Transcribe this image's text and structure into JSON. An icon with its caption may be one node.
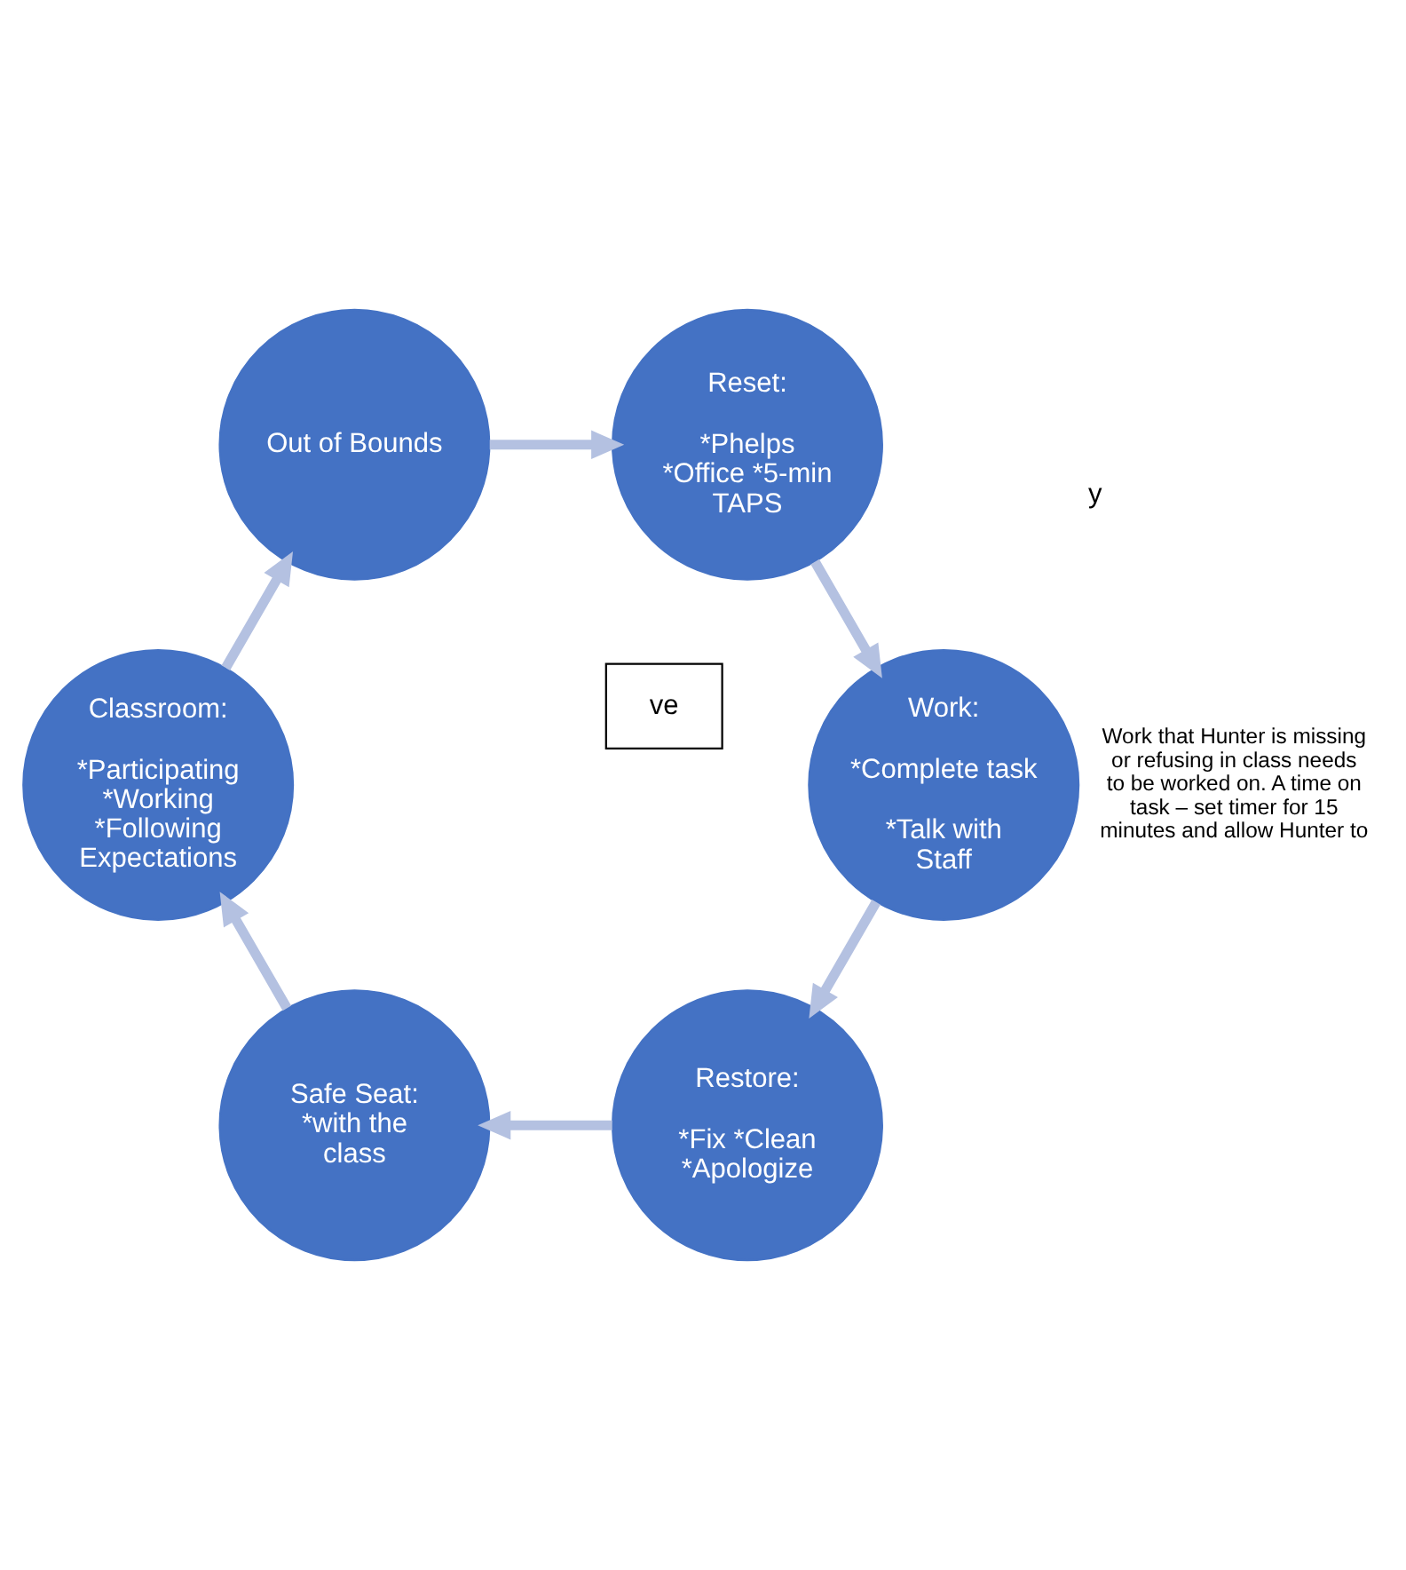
{
  "diagram": {
    "nodes": [
      {
        "text": [
          "Classroom:",
          "*Participating *Working *Following Expectations"
        ]
      },
      {
        "text": [
          "Out of Bounds"
        ]
      },
      {
        "text": [
          "Reset:",
          "*Phelps *Office *5-min TAPS"
        ]
      },
      {
        "text": [
          "Work:",
          "*Complete task",
          "*Talk with Staff"
        ],
        "beside": [
          "Work that Hunter is missing or refusing in class needs to be worked on. A time on task – set timer for 15 minutes and allow Hunter to"
        ]
      },
      {
        "text": [
          "Restore:",
          "*Fix *Clean *Apologize"
        ]
      },
      {
        "text": [
          "Safe Seat: *with the class"
        ]
      },
      {
        "text": [
          "ve"
        ]
      }
    ],
    "edges": [
      {
        "from": 0,
        "to": 1,
        "arrow": "to"
      },
      {
        "from": 1,
        "to": 2,
        "arrow": "to"
      },
      {
        "from": 2,
        "to": 3,
        "arrow": "to"
      },
      {
        "from": 3,
        "to": 4,
        "arrow": "to"
      },
      {
        "from": 4,
        "to": 5,
        "arrow": "to"
      },
      {
        "from": 5,
        "to": 0,
        "arrow": "to"
      }
    ],
    "labels": [
      "y"
    ]
  }
}
